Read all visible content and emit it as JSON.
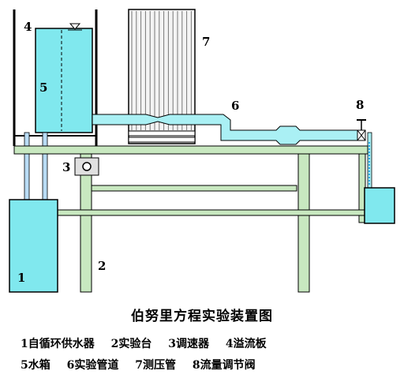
{
  "diagram": {
    "numbers": {
      "n1": "1",
      "n2": "2",
      "n3": "3",
      "n4": "4",
      "n5": "5",
      "n6": "6",
      "n7": "7",
      "n8": "8"
    },
    "colors": {
      "water": "#7fe3ec",
      "frame": "#c8e8c0",
      "outline": "#000000",
      "pipe_fill": "#aaf0f4",
      "panel": "#f2f2f2"
    }
  },
  "caption": "伯努里方程实验装置图",
  "legend": {
    "row1": [
      "1自循环供水器",
      "2实验台",
      "3调速器",
      "4溢流板"
    ],
    "row2": [
      "5水箱",
      "6实验管道",
      "7测压管",
      "8流量调节阀"
    ]
  }
}
